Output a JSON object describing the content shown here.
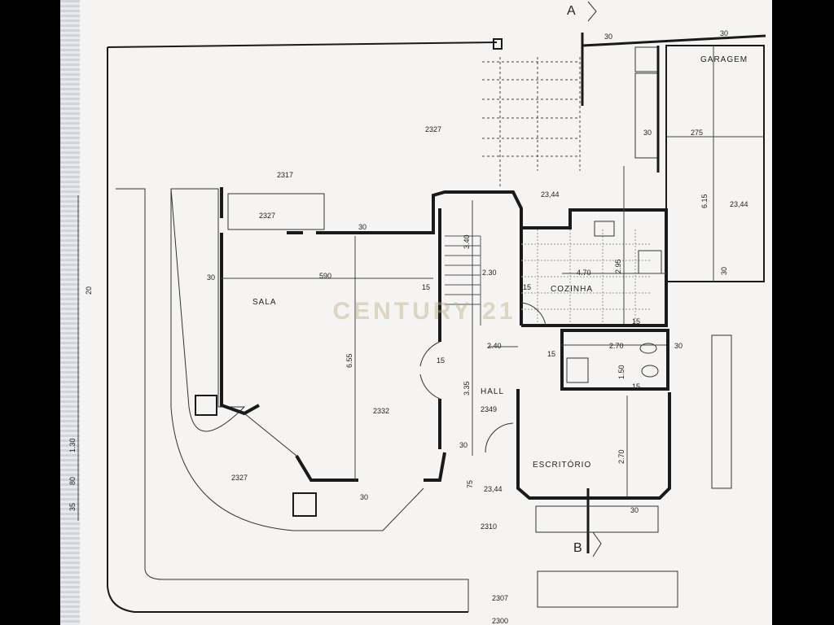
{
  "sections": {
    "top": "A",
    "bottom": "B"
  },
  "rooms": {
    "garage": "GARAGEM",
    "living": "SALA",
    "kitchen": "COZINHA",
    "hall": "HALL",
    "office": "ESCRITÓRIO"
  },
  "levels": {
    "garden": "2327",
    "terrace": "2317",
    "upper_left": "2327",
    "sala": "2332",
    "hall": "2349",
    "kitchen": "23,44",
    "garage": "23,44",
    "entry": "23,44",
    "sw_garden": "2327",
    "street_1": "2310",
    "street_2": "2307",
    "street_3": "2300"
  },
  "dims": {
    "top_30a": "30",
    "top_30b": "30",
    "g30": "30",
    "g275": "275",
    "g615": "6.15",
    "g30b": "30",
    "s30": "30",
    "s590": "590",
    "s30b": "30",
    "s15": "15",
    "s655": "6.55",
    "s30c": "30",
    "h340": "3.40",
    "h230": "2.30",
    "h15": "15",
    "h335": "3.35",
    "h240": "2.40",
    "h15b": "15",
    "h30": "30",
    "h75": "75",
    "k470": "4.70",
    "k295": "2.95",
    "k15": "15",
    "k15b": "15",
    "b270": "2.70",
    "b150": "1.50",
    "b15": "15",
    "b30": "30",
    "o270": "2.70",
    "o30": "30",
    "side20": "20",
    "side130": "1.30",
    "side80": "80",
    "side35": "35"
  },
  "watermark": "CENTURY 21"
}
